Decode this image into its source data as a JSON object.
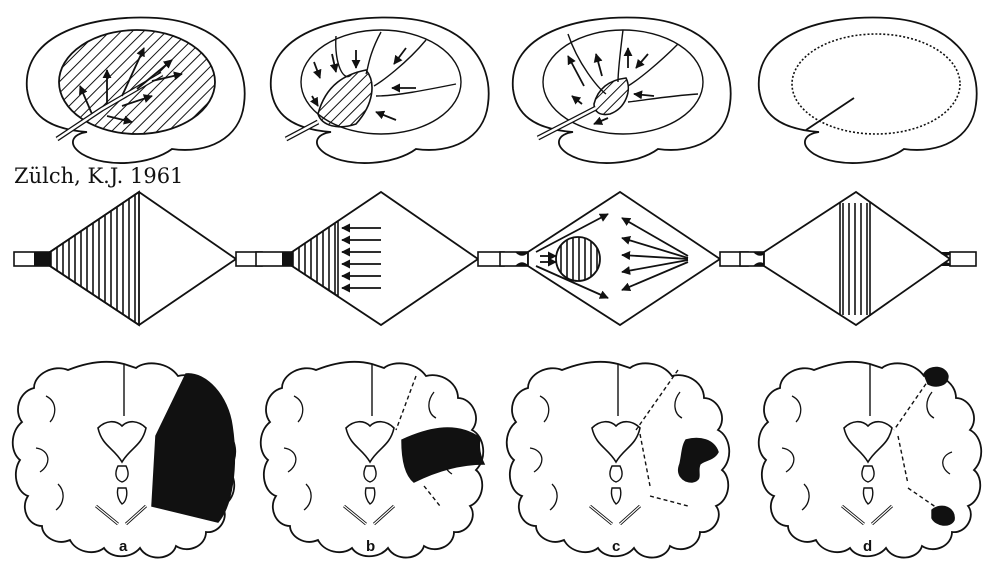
{
  "citation": "Zülch, K.J. 1961",
  "panel_labels": [
    "a",
    "b",
    "c",
    "d"
  ],
  "colors": {
    "ink": "#111111",
    "paper": "#ffffff"
  },
  "rows": [
    {
      "name": "hemisphere-medial-views",
      "panels": 4
    },
    {
      "name": "vascular-territory-schematics",
      "panels": 4
    },
    {
      "name": "coronal-brain-sections",
      "panels": 4
    }
  ]
}
